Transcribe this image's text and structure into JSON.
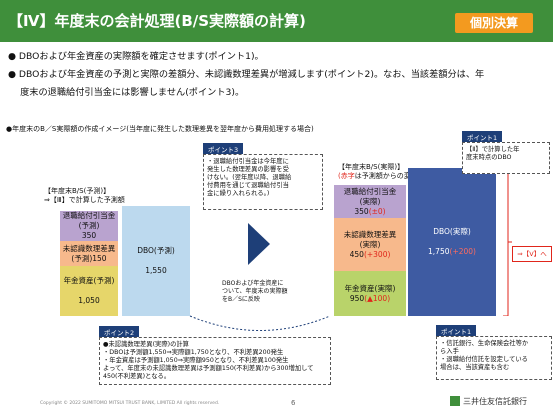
{
  "header": {
    "title": "【Ⅳ】年度末の会計処理(B/S実際額の計算)",
    "tag": "個別決算"
  },
  "bullets": [
    "● DBOおよび年金資産の実際額を確定させます(ポイント1)。",
    "● DBOおよび年金資産の予測と実際の差額分、未認識数理差異が増減します(ポイント2)。なお、当該差額分は、年",
    "　 度末の退職給付引当金には影響しません(ポイント3)。"
  ],
  "subtitle": "●年度末のB／S実際額の作成イメージ(当年度に発生した数理差異を翌年度から費用処理する場合)",
  "forecast": {
    "label1": "【年度末B/S(予測)】",
    "label2": "⇒【Ⅲ】で計算した予測額",
    "provision": "退職給付引当金\n(予測)\n350",
    "unrecognized": "未認識数理差異\n(予測)150",
    "assets": "年金資産(予測)\n\n1,050",
    "dbo": "DBO(予測)\n\n1,550"
  },
  "actual": {
    "label1": "【年度末B/S(実際)】",
    "label2_red": "(赤字",
    "label2_rest": "は予測額からの変動額)",
    "provision_title": "退職給付引当金\n(実際)",
    "provision_value": "350",
    "provision_delta": "(±0)",
    "unrecognized_title": "未認識数理差異\n(実際)",
    "unrecognized_value": "450",
    "unrecognized_delta": "(+300)",
    "assets_title": "年金資産(実際)",
    "assets_value": "950",
    "assets_delta": "(▲100)",
    "dbo_title": "DBO(実際)",
    "dbo_value": "1,750",
    "dbo_delta": "(+200)",
    "to_v": "⇒【Ⅴ】へ"
  },
  "point3": {
    "label": "ポイント3",
    "text": "・退職給付引当金は今年度に\n発生した数理差異の影響を受\nけない。(翌年度以降、退職給\n付費用を通じて退職給付引当\n金に繰り入れられる。)"
  },
  "middle_note": "DBOおよび年金資産に\nついて、年度末の実際額\nをB／Sに反映",
  "point1_top": {
    "label": "ポイント1",
    "text": "【Ⅱ】で計算した年\n度末時点のDBO"
  },
  "point2": {
    "label": "ポイント2",
    "text": "●未認識数理差異(実際)の計算\n・DBOは予測額1,550⇒実際額1,750となり、不利差異200発生\n・年金資産は予測額1,050⇒実際額950となり、不利差異100発生\nよって、年度末の未認識数理差異は予測額150(不利差異)から300増加して\n450(不利差異)となる。"
  },
  "point1_bottom": {
    "label": "ポイント1",
    "text": "・信託銀行、生命保険会社等か\nら入手\n・退職給付信託を設定している\n場合は、当該資産も含む"
  },
  "footer": {
    "copyright": "Copyright © 2022 SUMITOMO MITSUI TRUST BANK, LIMITED All rights reserved.",
    "page": "6",
    "brand": "三井住友信託銀行"
  },
  "colors": {
    "green": "#3f8f3b",
    "orange": "#f39a1f",
    "navy": "#1e3f78",
    "red": "#e0261b",
    "provision": "#b9a3cf",
    "unrecognized": "#f7b98c",
    "assets": "#e6d66a",
    "actual_assets": "#b9d36a",
    "dbo": "#3e5ba2"
  }
}
